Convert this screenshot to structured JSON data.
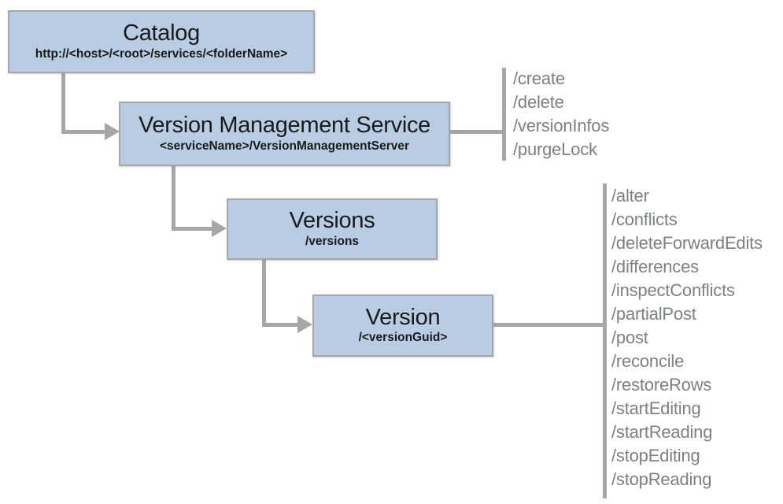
{
  "diagram": {
    "nodes": {
      "catalog": {
        "title": "Catalog",
        "subtitle": "http://<host>/<root>/services/<folderName>"
      },
      "vms": {
        "title": "Version Management Service",
        "subtitle": "<serviceName>/VersionManagementServer"
      },
      "versions": {
        "title": "Versions",
        "subtitle": "/versions"
      },
      "version": {
        "title": "Version",
        "subtitle": "/<versionGuid>"
      }
    },
    "vms_operations": [
      "/create",
      "/delete",
      "/versionInfos",
      "/purgeLock"
    ],
    "version_operations": [
      "/alter",
      "/conflicts",
      "/deleteForwardEdits",
      "/differences",
      "/inspectConflicts",
      "/partialPost",
      "/post",
      "/reconcile",
      "/restoreRows",
      "/startEditing",
      "/startReading",
      "/stopEditing",
      "/stopReading"
    ],
    "colors": {
      "node_fill": "#b8cce4",
      "node_border": "#a6a6a6",
      "connector": "#a6a6a6",
      "operation_text": "#7d7f83",
      "title_text": "#1a1a1a"
    }
  }
}
